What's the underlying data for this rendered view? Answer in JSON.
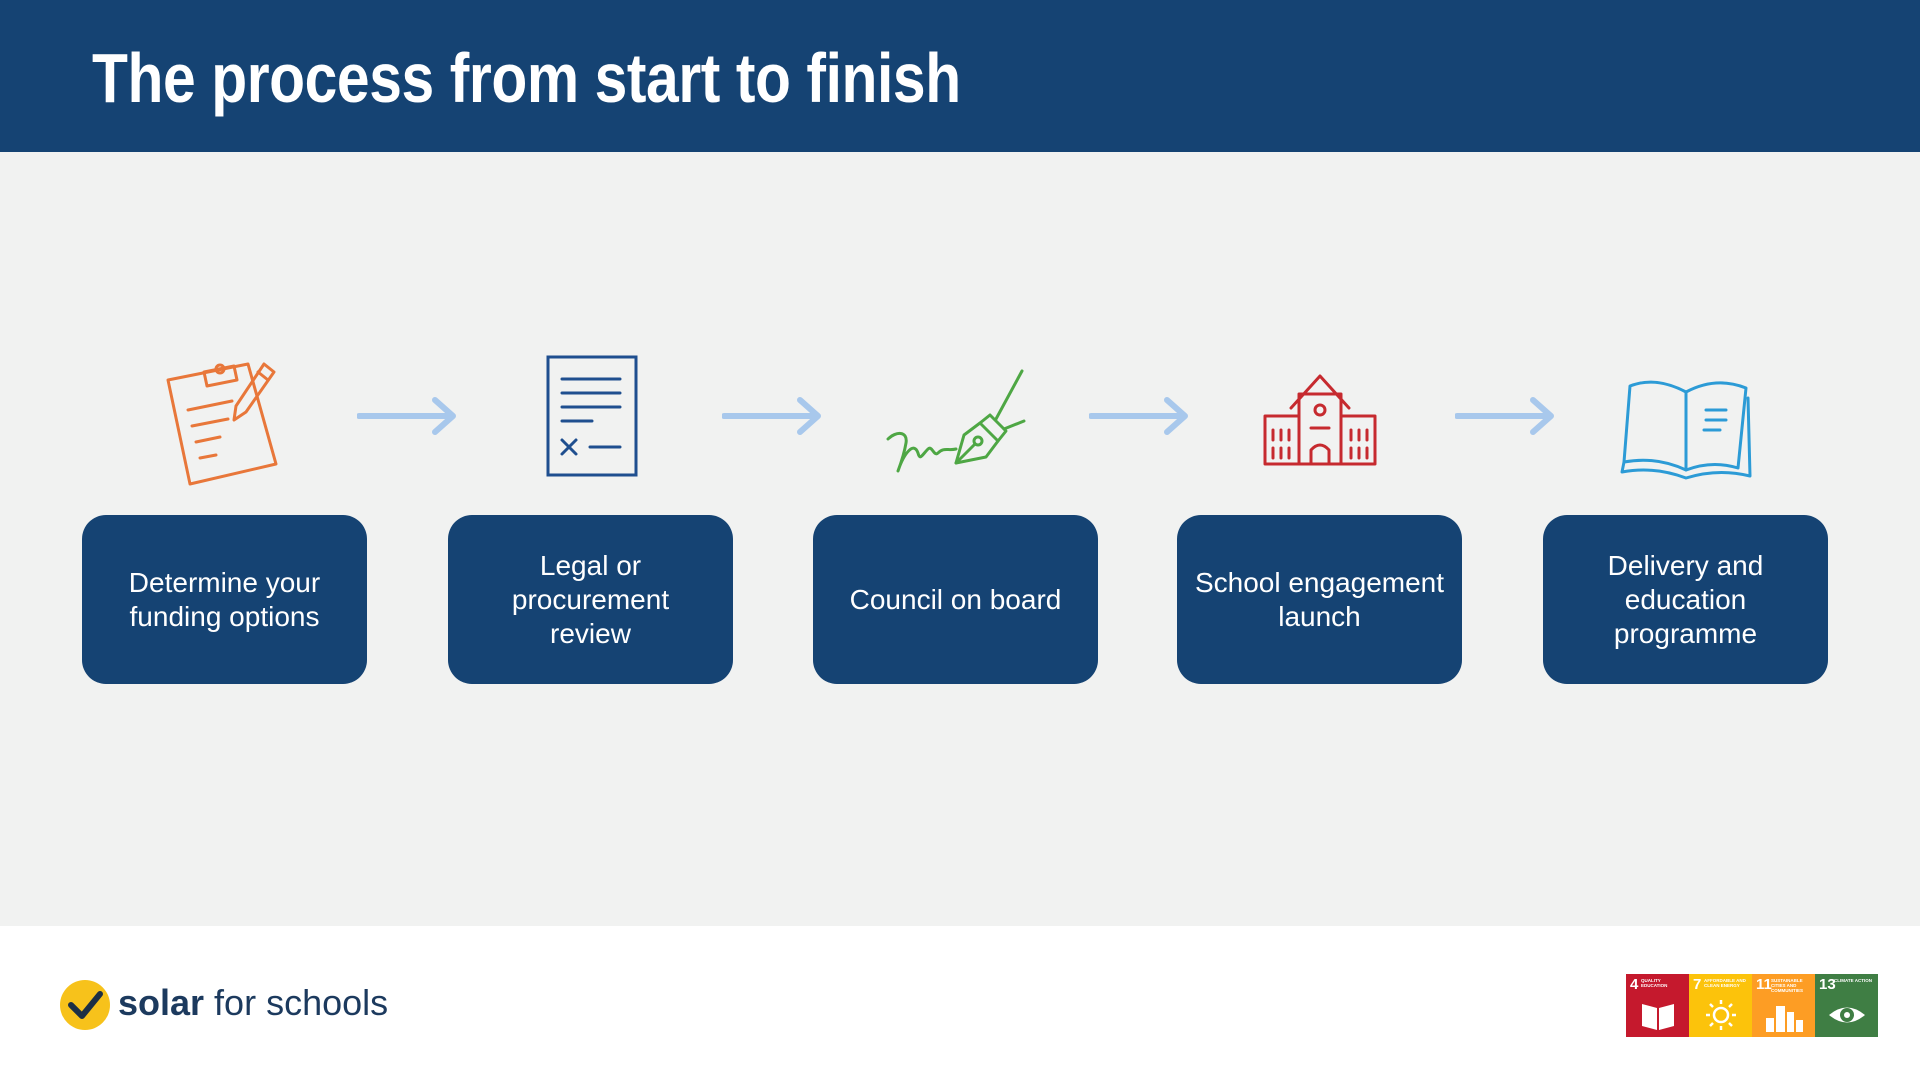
{
  "title": "The process from start to finish",
  "steps": [
    {
      "label": "Determine your funding options",
      "icon": "clipboard-pencil-icon",
      "color": "#e8773a"
    },
    {
      "label": "Legal or procurement review",
      "icon": "document-icon",
      "color": "#1f4f8f"
    },
    {
      "label": "Council on board",
      "icon": "fountain-pen-signature-icon",
      "color": "#4ea744"
    },
    {
      "label": "School engagement launch",
      "icon": "school-building-icon",
      "color": "#c62a2f"
    },
    {
      "label": "Delivery and education programme",
      "icon": "open-book-icon",
      "color": "#2c9bd6"
    }
  ],
  "arrow_color": "#a8c8ec",
  "logo": {
    "brand_bold": "solar",
    "brand_rest": " for schools",
    "mark_color": "#f7c21b"
  },
  "sdg_tiles": [
    {
      "number": "4",
      "text": "Quality education",
      "color": "#c5192d",
      "icon": "book-icon"
    },
    {
      "number": "7",
      "text": "Affordable and clean energy",
      "color": "#fcc30b",
      "icon": "sun-icon"
    },
    {
      "number": "11",
      "text": "Sustainable cities and communities",
      "color": "#fd9d24",
      "icon": "city-icon"
    },
    {
      "number": "13",
      "text": "Climate action",
      "color": "#3f7e44",
      "icon": "eye-icon"
    }
  ]
}
